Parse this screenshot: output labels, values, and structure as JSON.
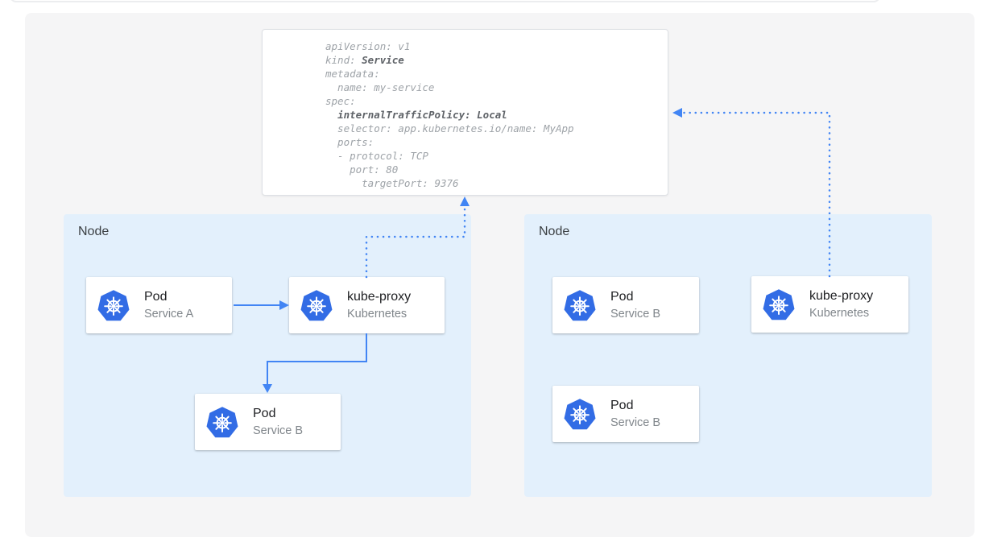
{
  "colors": {
    "accent_blue": "#4285F4",
    "k8s_blue": "#326CE5",
    "node_bg": "#E3F0FC",
    "panel_bg": "#F5F5F6"
  },
  "yaml_card": {
    "lines": [
      {
        "pre": "apiVersion: v1",
        "bold": ""
      },
      {
        "pre": "kind: ",
        "bold": "Service"
      },
      {
        "pre": "metadata:",
        "bold": ""
      },
      {
        "pre": "  name: my-service",
        "bold": ""
      },
      {
        "pre": "spec:",
        "bold": ""
      },
      {
        "pre": "  ",
        "bold": "internalTrafficPolicy: Local"
      },
      {
        "pre": "  selector: app.kubernetes.io/name: MyApp",
        "bold": ""
      },
      {
        "pre": "  ports:",
        "bold": ""
      },
      {
        "pre": "  - protocol: TCP",
        "bold": ""
      },
      {
        "pre": "    port: 80",
        "bold": ""
      },
      {
        "pre": "      targetPort: 9376",
        "bold": ""
      }
    ]
  },
  "nodes": [
    {
      "label": "Node",
      "cards": [
        {
          "title": "Pod",
          "subtitle": "Service A"
        },
        {
          "title": "kube-proxy",
          "subtitle": "Kubernetes"
        },
        {
          "title": "Pod",
          "subtitle": "Service B"
        }
      ]
    },
    {
      "label": "Node",
      "cards": [
        {
          "title": "Pod",
          "subtitle": "Service B"
        },
        {
          "title": "kube-proxy",
          "subtitle": "Kubernetes"
        },
        {
          "title": "Pod",
          "subtitle": "Service B"
        }
      ]
    }
  ],
  "edges": [
    {
      "from": "pod-service-a",
      "to": "kube-proxy-left",
      "style": "solid"
    },
    {
      "from": "kube-proxy-left",
      "to": "pod-service-b-left",
      "style": "solid"
    },
    {
      "from": "kube-proxy-left",
      "to": "service-yaml",
      "style": "dotted"
    },
    {
      "from": "kube-proxy-right",
      "to": "service-yaml",
      "style": "dotted"
    }
  ]
}
